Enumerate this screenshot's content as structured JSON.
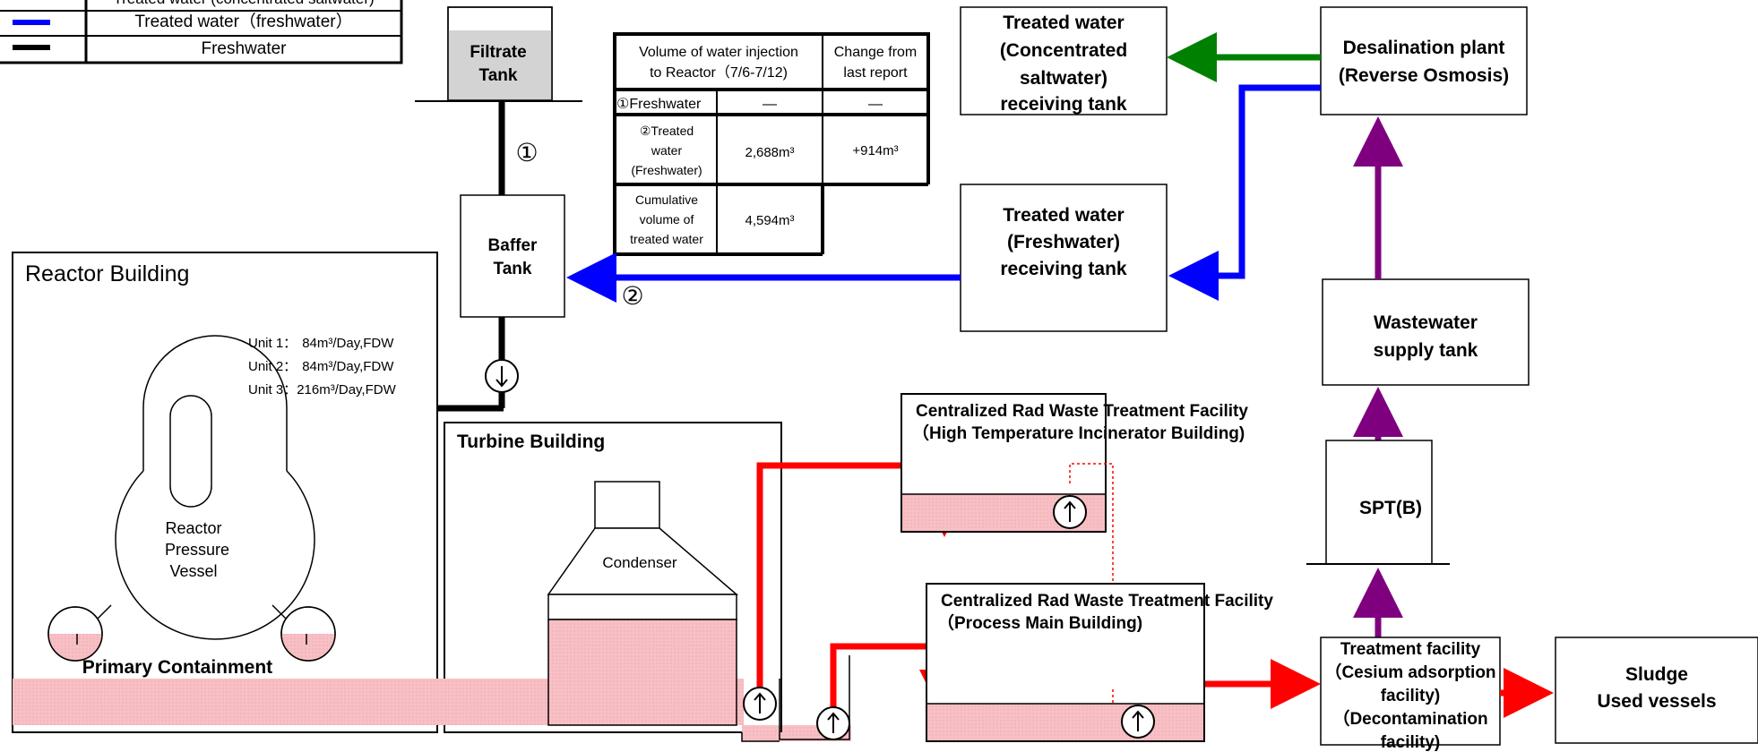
{
  "legend": {
    "row1": "Treated water (concentrated saltwater)",
    "row2": "Treated water（freshwater）",
    "row3": "Freshwater"
  },
  "tanks": {
    "filtrate": [
      "Filtrate",
      "Tank"
    ],
    "baffer": [
      "Baffer",
      "Tank"
    ],
    "concentrated": [
      "Treated water",
      "(Concentrated",
      "saltwater)",
      "receiving tank"
    ],
    "freshwater": [
      "Treated water",
      "(Freshwater)",
      "receiving tank"
    ],
    "desalination": [
      "Desalination plant",
      "(Reverse Osmosis)"
    ],
    "wastewater": [
      "Wastewater",
      "supply tank"
    ],
    "spt": "SPT(B)",
    "treatment": [
      "Treatment facility",
      "（Cesium adsorption",
      "facility)",
      "（Decontamination",
      "facility)"
    ],
    "sludge": [
      "Sludge",
      "Used vessels"
    ]
  },
  "flow_markers": {
    "one": "①",
    "two": "②"
  },
  "buildings": {
    "reactor": "Reactor Building",
    "turbine": "Turbine Building",
    "hti": [
      "Centralized Rad Waste Treatment Facility",
      "（High Temperature Incinerator Building)"
    ],
    "process": [
      "Centralized Rad Waste Treatment Facility",
      "（Process Main Building)"
    ],
    "condenser": "Condenser",
    "rpv": [
      "Reactor",
      "Pressure",
      "Vessel"
    ],
    "pcv": "Primary Containment"
  },
  "units": [
    {
      "name": "Unit 1：",
      "value": "84m³/Day,FDW"
    },
    {
      "name": "Unit 2：",
      "value": "84m³/Day,FDW"
    },
    {
      "name": "Unit 3：",
      "value": "216m³/Day,FDW"
    }
  ],
  "injection_table": {
    "header_col1": [
      "Volume of water injection",
      "to Reactor（7/6-7/12)"
    ],
    "header_col2": [
      "Change from",
      "last report"
    ],
    "rows": [
      {
        "label": [
          "①Freshwater"
        ],
        "value": "―",
        "change": "―"
      },
      {
        "label": [
          "②Treated",
          "water",
          "(Freshwater)"
        ],
        "value": "2,688m³",
        "change": "+914m³"
      },
      {
        "label": [
          "Cumulative",
          "volume of",
          "treated water"
        ],
        "value": "4,594m³",
        "change": ""
      }
    ]
  },
  "colors": {
    "freshwater_line": "#000000",
    "treated_fresh_line": "#0000ff",
    "concentrated_line": "#008000",
    "contaminated_line": "#ff0000",
    "process_line": "#7f007f",
    "water_fill": "#f7c0c5"
  }
}
